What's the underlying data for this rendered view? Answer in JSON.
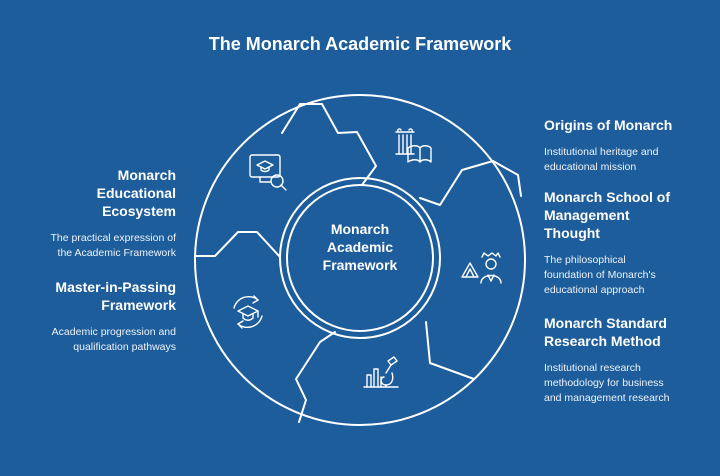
{
  "title": "The Monarch Academic Framework",
  "center": {
    "line1": "Monarch",
    "line2": "Academic",
    "line3": "Framework"
  },
  "left": [
    {
      "heading_lines": [
        "Monarch",
        "Educational",
        "Ecosystem"
      ],
      "desc_lines": [
        "The practical expression of",
        "the Academic Framework"
      ]
    },
    {
      "heading_lines": [
        "Master-in-Passing",
        "Framework"
      ],
      "desc_lines": [
        "Academic progression and",
        "qualification pathways"
      ]
    }
  ],
  "right": [
    {
      "heading_lines": [
        "Origins of Monarch"
      ],
      "desc_lines": [
        "Institutional heritage and",
        "educational mission"
      ]
    },
    {
      "heading_lines": [
        "Monarch School of",
        "Management",
        "Thought"
      ],
      "desc_lines": [
        "The philosophical",
        "foundation of Monarch's",
        "educational approach"
      ]
    },
    {
      "heading_lines": [
        "Monarch Standard",
        "Research Method"
      ],
      "desc_lines": [
        "Institutional research",
        "methodology for business",
        "and management research"
      ]
    }
  ],
  "segment_icons": [
    "column-book-icon",
    "graduate-figure-icon",
    "research-microscope-icon",
    "cycle-graduation-cap-icon",
    "screen-search-icon"
  ],
  "colors": {
    "background": "#1d5d9b",
    "line": "#ffffff"
  }
}
